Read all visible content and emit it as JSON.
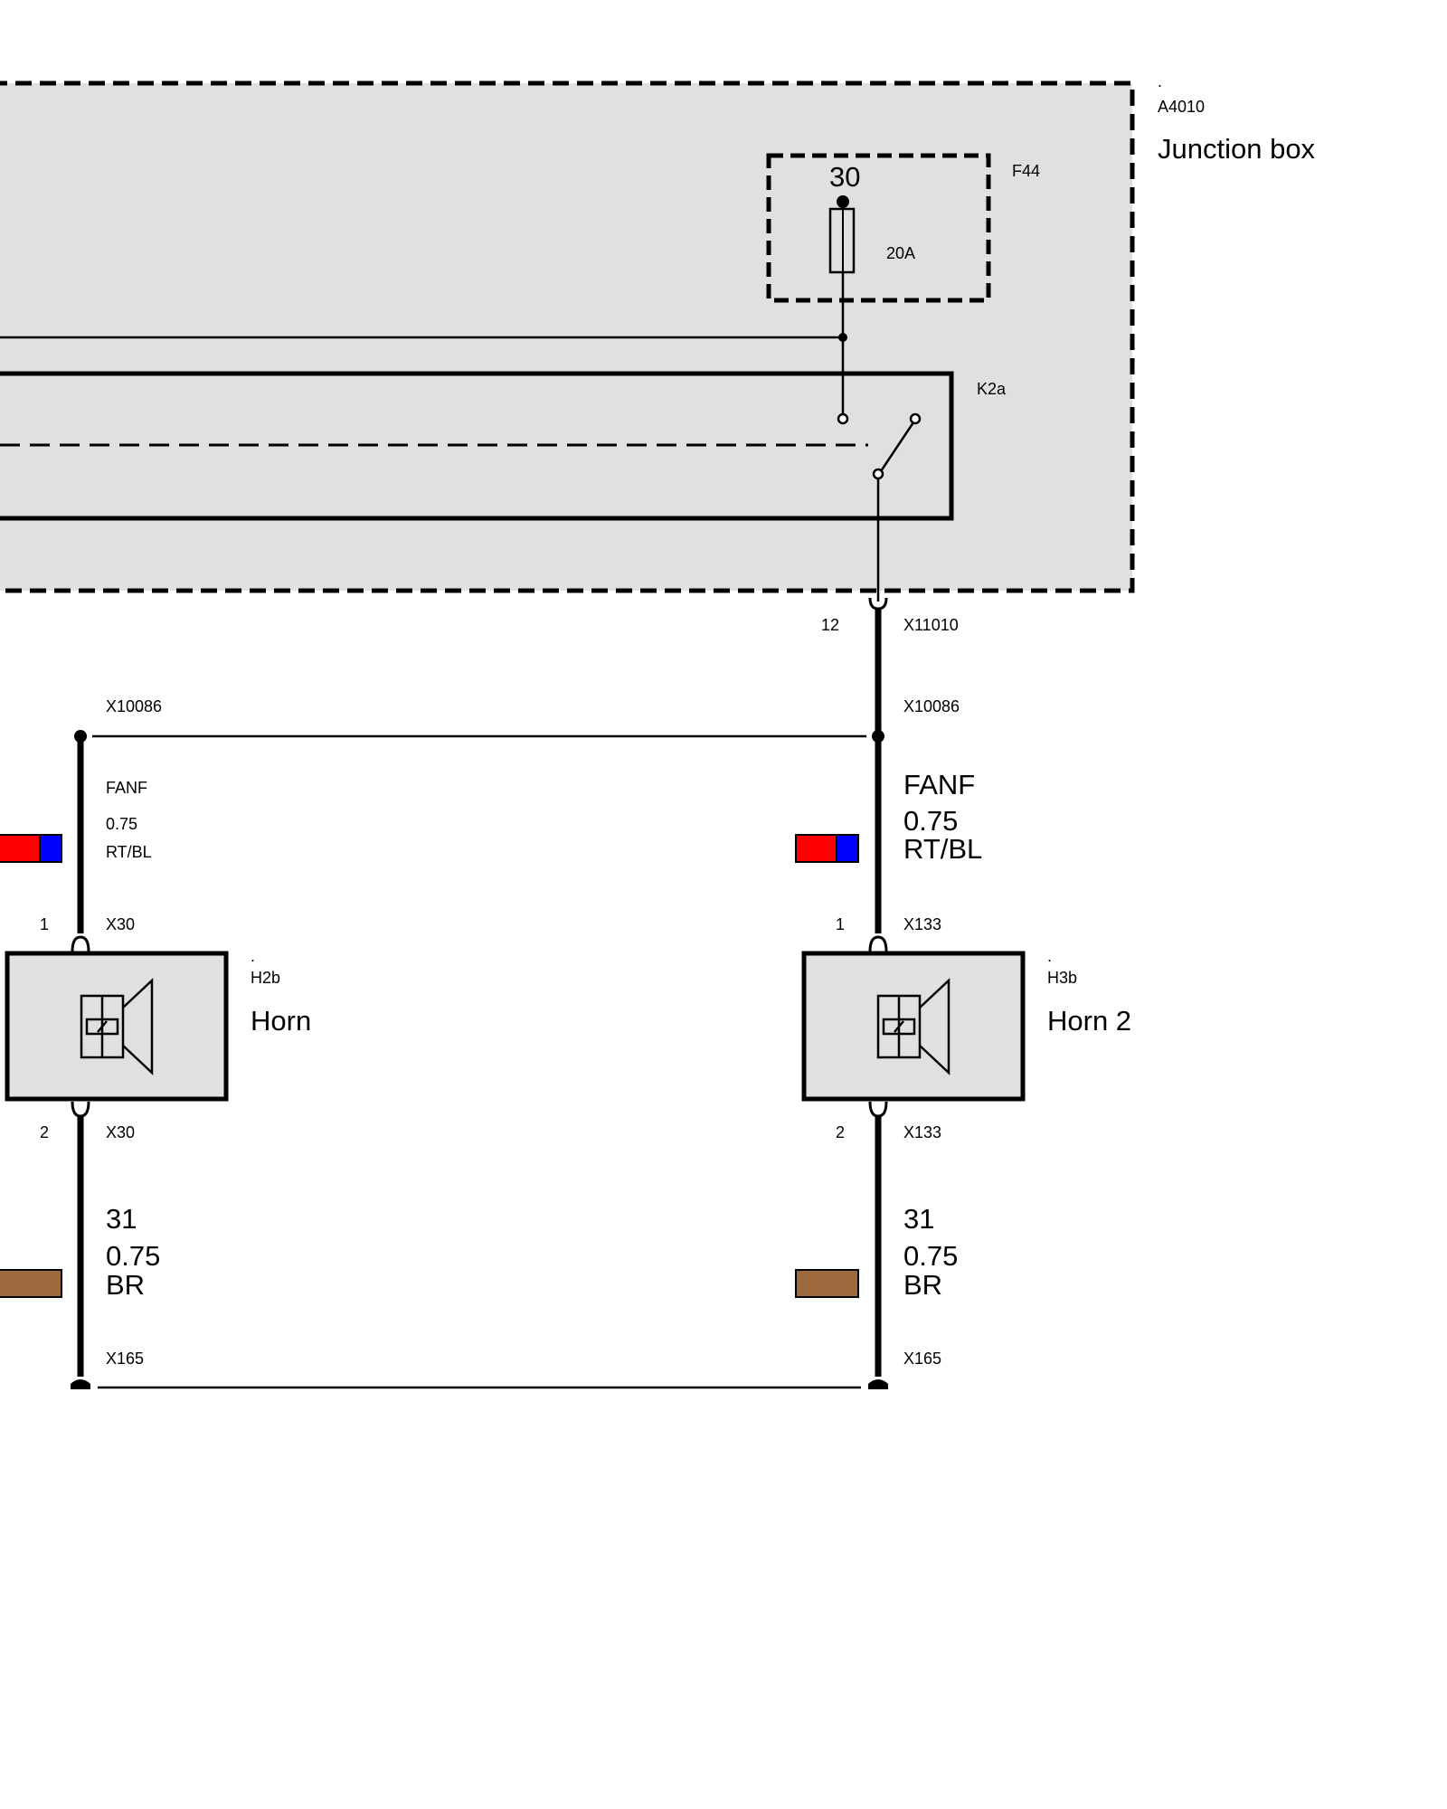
{
  "junction_box": {
    "dot": ".",
    "id": "A4010",
    "name": "Junction box",
    "fuse": {
      "terminal": "30",
      "id": "F44",
      "rating": "20A"
    },
    "relay": {
      "id": "K2a"
    },
    "output_pin": "12",
    "output_connector": "X11010"
  },
  "splice": {
    "left_id": "X10086",
    "right_id": "X10086"
  },
  "left_branch": {
    "wire_top": {
      "signal": "FANF",
      "gauge": "0.75",
      "color_code": "RT/BL",
      "colors": [
        "#ff0000",
        "#0000ff"
      ]
    },
    "pin_top": "1",
    "connector_top": "X30",
    "device": {
      "dot": ".",
      "id": "H2b",
      "name": "Horn"
    },
    "pin_bottom": "2",
    "connector_bottom": "X30",
    "wire_bottom": {
      "signal": "31",
      "gauge": "0.75",
      "color_code": "BR",
      "colors": [
        "#9c6a3c"
      ]
    },
    "ground": "X165"
  },
  "right_branch": {
    "wire_top": {
      "signal": "FANF",
      "gauge": "0.75",
      "color_code": "RT/BL",
      "colors": [
        "#ff0000",
        "#0000ff"
      ]
    },
    "pin_top": "1",
    "connector_top": "X133",
    "device": {
      "dot": ".",
      "id": "H3b",
      "name": "Horn 2"
    },
    "pin_bottom": "2",
    "connector_bottom": "X133",
    "wire_bottom": {
      "signal": "31",
      "gauge": "0.75",
      "color_code": "BR",
      "colors": [
        "#9c6a3c"
      ]
    },
    "ground": "X165"
  },
  "colors": {
    "box_fill": "#e0e0e0",
    "line": "#000000"
  }
}
